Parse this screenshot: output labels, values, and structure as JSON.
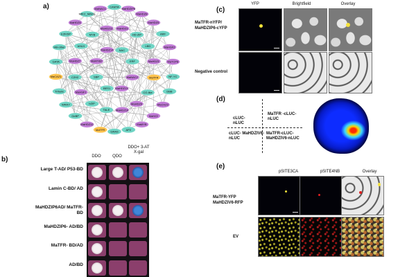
{
  "panel_labels": {
    "a": "a)",
    "b": "b)",
    "c": "(c)",
    "d": "(d)",
    "e": "(e)"
  },
  "network": {
    "node_colors": {
      "purple": "#c07bd6",
      "teal": "#6fd4c4",
      "orange": "#ffc34d"
    },
    "nodes": [
      {
        "label": "CAMTA",
        "color": "teal"
      },
      {
        "label": "MaHDZIP6",
        "color": "purple"
      },
      {
        "label": "MaHDZ8",
        "color": "purple"
      },
      {
        "label": "MaHDZ5",
        "color": "purple"
      },
      {
        "label": "ARF",
        "color": "teal"
      },
      {
        "label": "MaHSF2",
        "color": "purple"
      },
      {
        "label": "MaTCP8",
        "color": "purple"
      },
      {
        "label": "NF-YC",
        "color": "teal"
      },
      {
        "label": "DBB",
        "color": "teal"
      },
      {
        "label": "MaCHZ2",
        "color": "purple"
      },
      {
        "label": "MaHZ2",
        "color": "purple"
      },
      {
        "label": "MaMYB",
        "color": "purple"
      },
      {
        "label": "AP2",
        "color": "teal"
      },
      {
        "label": "GRAS",
        "color": "teal"
      },
      {
        "label": "MaTFR",
        "color": "orange"
      },
      {
        "label": "MaHDZ12",
        "color": "purple"
      },
      {
        "label": "GeBP",
        "color": "teal"
      },
      {
        "label": "WRKY",
        "color": "teal"
      },
      {
        "label": "Trihelix",
        "color": "teal"
      },
      {
        "label": "MaCAZ1",
        "color": "orange"
      },
      {
        "label": "GATA",
        "color": "teal"
      },
      {
        "label": "HB-other",
        "color": "teal"
      },
      {
        "label": "E2F/DP",
        "color": "teal"
      },
      {
        "label": "MaHDZ4",
        "color": "purple"
      },
      {
        "label": "MIKC_MADS",
        "color": "teal"
      },
      {
        "label": "MaNAC1",
        "color": "purple"
      },
      {
        "label": "MaHDZ3",
        "color": "purple"
      },
      {
        "label": "HD-ZIP",
        "color": "teal"
      },
      {
        "label": "LBD",
        "color": "teal"
      },
      {
        "label": "MaHDZ1",
        "color": "purple"
      },
      {
        "label": "MaTFR",
        "color": "orange"
      },
      {
        "label": "CO-like",
        "color": "teal"
      },
      {
        "label": "MaHDZ9",
        "color": "purple"
      },
      {
        "label": "MaHDZ10",
        "color": "purple"
      },
      {
        "label": "TALE",
        "color": "teal"
      },
      {
        "label": "bZIP",
        "color": "teal"
      },
      {
        "label": "MaHSF1",
        "color": "purple"
      },
      {
        "label": "C2H2",
        "color": "teal"
      },
      {
        "label": "MaHDZ7",
        "color": "purple"
      },
      {
        "label": "bHLH",
        "color": "teal"
      },
      {
        "label": "MYB",
        "color": "teal"
      },
      {
        "label": "MaHDZ11",
        "color": "purple"
      },
      {
        "label": "NAC",
        "color": "teal"
      },
      {
        "label": "ERF",
        "color": "teal"
      },
      {
        "label": "MaNAC2",
        "color": "purple"
      },
      {
        "label": "MaHDZ13",
        "color": "purple"
      },
      {
        "label": "BES1",
        "color": "teal"
      },
      {
        "label": "SBP",
        "color": "teal"
      },
      {
        "label": "MaMYB2",
        "color": "purple"
      },
      {
        "label": "MaHDZ14",
        "color": "purple"
      }
    ]
  },
  "y2h": {
    "columns": [
      "DDO",
      "QDO",
      "DDO+ 3-AT X-gal"
    ],
    "rows": [
      {
        "label": "Large T-AD/ P53-BD",
        "spots": [
          "white",
          "white",
          "blue"
        ]
      },
      {
        "label": "Lamin C-BD/ AD",
        "spots": [
          "white",
          "none",
          "none"
        ]
      },
      {
        "label": "MaHDZIP6AD/ MaTFR-BD",
        "spots": [
          "white",
          "white",
          "blue"
        ]
      },
      {
        "label": "MaHDZIP6- AD/BD",
        "spots": [
          "white",
          "none",
          "none"
        ]
      },
      {
        "label": "MaTFR- BD/AD",
        "spots": [
          "white",
          "none",
          "none"
        ]
      },
      {
        "label": "AD/BD",
        "spots": [
          "white",
          "none",
          "none"
        ]
      }
    ],
    "colony_colors": {
      "white": "#eae3e6",
      "blue": "#2f6fc4",
      "plate": "#8b3f6c"
    }
  },
  "bifc": {
    "headers": [
      "YFP",
      "Brightfield",
      "Overlay"
    ],
    "rows": [
      "MaTFR-nYFP/ MaHDZIP6-cYFP",
      "Negative control"
    ]
  },
  "lca": {
    "quadrants": [
      "cLUC-nLUC",
      "MaTFR -cLUC-nLUC",
      "cLUC- MaHDZIV6-nLUC",
      "MaTFR-cLUC- MaHDZIV6-nLUC"
    ]
  },
  "coloc": {
    "headers": [
      "pSITE3CA",
      "pSITE4NB",
      "Overlay"
    ],
    "rows": [
      "MaTFR-YFP MaHDZIV6-RFP",
      "EV"
    ]
  }
}
